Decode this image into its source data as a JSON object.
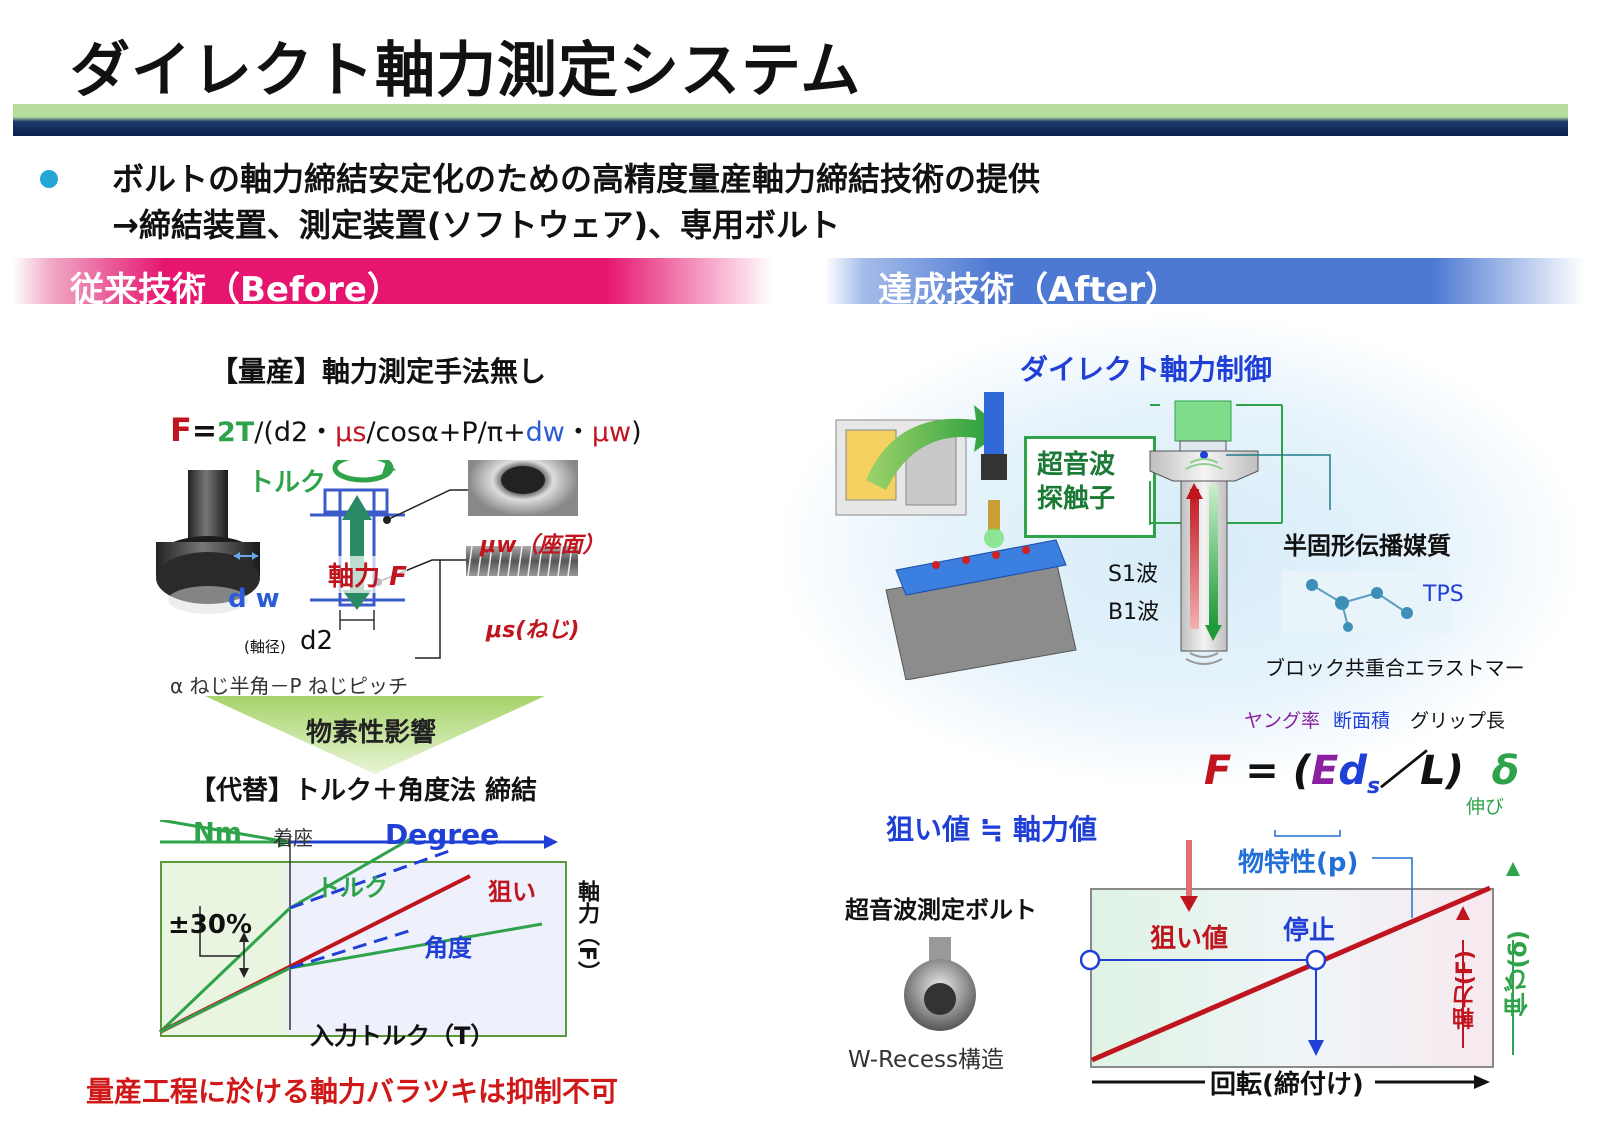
{
  "title": "ダイレクト軸力測定システム",
  "bullet": {
    "line1": "ボルトの軸力締結安定化のための高精度量産軸力締結技術の提供",
    "line2": "→締結装置、測定装置(ソフトウェア)、専用ボルト"
  },
  "before": {
    "header": "従来技術（Before）",
    "subtitle": "【量産】軸力測定手法無し",
    "formula": {
      "F": "F",
      "eq": "=",
      "two_t": "2T",
      "open": "/(d2・",
      "mus": "μs",
      "mid": "/cosα+P/π+",
      "dw": "dw",
      "dot": "・",
      "muw": "μw",
      "close": ")"
    },
    "torque_label": "トルク",
    "axial_label": "軸力",
    "axial_F": "F",
    "muw_label": "μw（座面）",
    "mus_label": "μs(ねじ)",
    "dw_label": "d w",
    "d2_prefix": "(軸径)",
    "d2_label": "d2",
    "alpha_text": "α ねじ半角－P ねじピッチ",
    "arrow_label": "物素性影響",
    "alt_title": "【代替】トルク＋角度法 締結",
    "chart": {
      "nm": "Nm",
      "seat": "着座",
      "degree": "Degree",
      "torque": "トルク",
      "target": "狙い",
      "angle": "角度",
      "pm30": "±30%",
      "axial_F": "軸力（F）",
      "input_torque": "入力トルク（T）"
    },
    "conclusion": "量産工程に於ける軸力バラツキは抑制不可"
  },
  "after": {
    "header": "達成技術（After）",
    "subtitle": "ダイレクト軸力制御",
    "probe_line1": "超音波",
    "probe_line2": "探触子",
    "s1": "S1波",
    "b1": "B1波",
    "medium_title": "半固形伝播媒質",
    "tps": "TPS",
    "block_copolymer": "ブロック共重合エラストマー",
    "formula_labels": {
      "young": "ヤング率",
      "area": "断面積",
      "grip": "グリップ長",
      "elong": "伸び"
    },
    "formula": {
      "F": "F",
      "eq": "=",
      "open": "(",
      "E": "E",
      "d": "d",
      "s": "s",
      "slash": "／",
      "L": "L",
      "close": ")",
      "delta": "δ"
    },
    "target_eq": "狙い値 ≒ 軸力値",
    "material": "物特性(p)",
    "bolt_title": "超音波測定ボルト",
    "recess": "W-Recess構造",
    "target_value": "狙い値",
    "stop": "停止",
    "axial_F": "軸力(F)",
    "elong_delta": "伸び(δ)",
    "rotation": "回転(締付け)"
  },
  "colors": {
    "magenta": "#e6156f",
    "blue_band": "#4e79d3",
    "green": "#2ea34a",
    "red": "#c0151e",
    "navy": "#0b1f4a"
  }
}
